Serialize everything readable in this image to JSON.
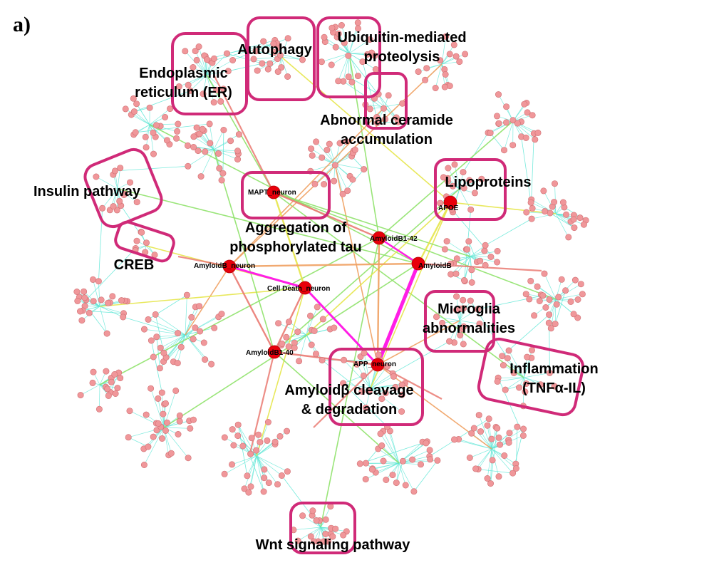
{
  "panel_label": "a)",
  "regions": [
    {
      "id": "er",
      "lines": [
        "Endoplasmic",
        "reticulum (ER)"
      ]
    },
    {
      "id": "autophagy",
      "lines": [
        "Autophagy"
      ]
    },
    {
      "id": "ubiquitin",
      "lines": [
        "Ubiquitin-mediated",
        "proteolysis"
      ]
    },
    {
      "id": "ceramide",
      "lines": [
        "Abnormal ceramide",
        "accumulation"
      ]
    },
    {
      "id": "insulin",
      "lines": [
        "Insulin pathway"
      ]
    },
    {
      "id": "lipoproteins",
      "lines": [
        "Lipoproteins"
      ]
    },
    {
      "id": "tau",
      "lines": [
        "Aggregation of",
        "phosphorylated tau"
      ]
    },
    {
      "id": "creb",
      "lines": [
        "CREB"
      ]
    },
    {
      "id": "microglia",
      "lines": [
        "Microglia",
        "abnormalities"
      ]
    },
    {
      "id": "inflammation",
      "lines": [
        "Inflammation",
        "(TNFα-IL)"
      ]
    },
    {
      "id": "amyloid",
      "lines": [
        "Amyloidβ cleavage",
        "& degradation"
      ]
    },
    {
      "id": "wnt",
      "lines": [
        "Wnt signaling pathway"
      ]
    }
  ],
  "hub_nodes": [
    {
      "id": "mapt",
      "label": "MAPT_neuron"
    },
    {
      "id": "apoe",
      "label": "APOE"
    },
    {
      "id": "ab142",
      "label": "AmyloidB1-42"
    },
    {
      "id": "abneuron",
      "label": "AmyloidB_neuron"
    },
    {
      "id": "ab",
      "label": "AmyloidB"
    },
    {
      "id": "celldeath",
      "label": "Cell Death_neuron"
    },
    {
      "id": "ab140",
      "label": "AmyloidB1-40"
    },
    {
      "id": "app",
      "label": "APP_neuron"
    }
  ],
  "colors": {
    "box_stroke": "#d02a78",
    "hub_fill": "#e8000b",
    "node_fill": "#f0979a",
    "node_stroke": "#cf6f72",
    "edge_weak": "#5ee6d6",
    "edge_mid_green": "#8fe26a",
    "edge_mid_yellow": "#e6e64a",
    "edge_orange": "#f0a060",
    "edge_salmon": "#ea7a72",
    "edge_strong": "#ff1ee6"
  }
}
